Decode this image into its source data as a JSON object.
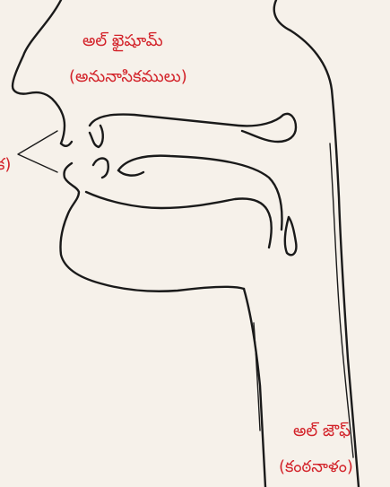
{
  "labels": {
    "nasal_arabic": "అల్ ఖైషూమ్",
    "nasal_telugu": "(అనునాసికములు)",
    "lips_telugu": "క)",
    "throat_arabic": "అల్ జౌఫ్",
    "throat_telugu": "(కంఠనాళం)"
  },
  "colors": {
    "background": "#f6f1ea",
    "label": "#d3232a",
    "outline": "#1a1a1a"
  }
}
